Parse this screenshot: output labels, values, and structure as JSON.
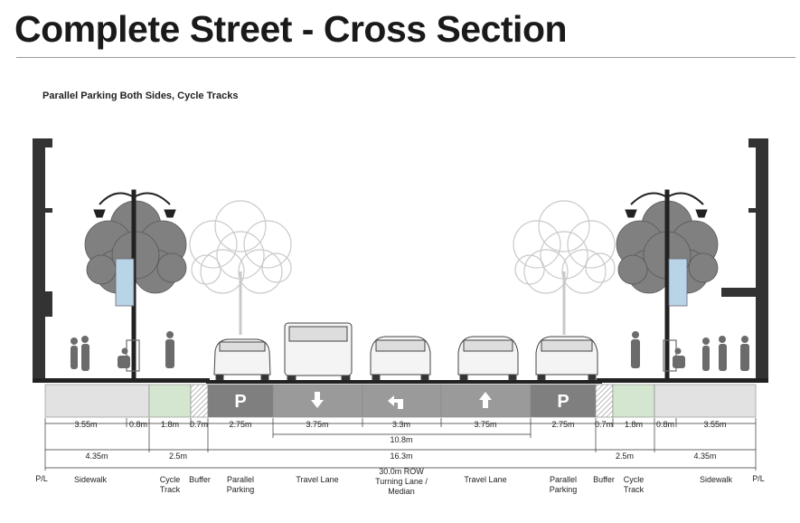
{
  "title": "Complete Street - Cross Section",
  "subtitle": "Parallel Parking Both Sides, Cycle Tracks",
  "property_line_marker": "P/L",
  "dimensions": {
    "sidewalk_left": "3.55m",
    "gap_left": "0.8m",
    "cycle_left": "1.8m",
    "buffer_left": "0.7m",
    "parking_left": "2.75m",
    "travel_left": "3.75m",
    "median": "3.3m",
    "travel_right": "3.75m",
    "parking_right": "2.75m",
    "buffer_right": "0.7m",
    "cycle_right": "1.8m",
    "gap_right": "0.8m",
    "sidewalk_right": "3.55m",
    "roadway_inner": "10.8m",
    "pedestrian_zone_left": "4.35m",
    "cycle_zone_left": "2.5m",
    "roadway_total": "16.3m",
    "cycle_zone_right": "2.5m",
    "pedestrian_zone_right": "4.35m",
    "row_label": "30.0m ROW"
  },
  "lanes": {
    "sidewalk_left": "Sidewalk",
    "cycle_left": "Cycle\nTrack",
    "buffer_left": "Buffer",
    "parking_left": "Parallel\nParking",
    "travel_left": "Travel Lane",
    "median": "Turning Lane /\nMedian",
    "travel_right": "Travel Lane",
    "parking_right": "Parallel\nParking",
    "buffer_right": "Buffer",
    "cycle_right": "Cycle\nTrack",
    "sidewalk_right": "Sidewalk"
  },
  "markings": {
    "parking_symbol": "P"
  },
  "colors": {
    "roadway": "#9a9a9a",
    "parking": "#7f7f7f",
    "sidewalk": "#e2e2e2",
    "cycle_track": "#d4e6cf",
    "building": "#333333",
    "tree_dark": "#555555",
    "tree_light": "#cfcfcf",
    "banner": "#b9d4e6"
  }
}
